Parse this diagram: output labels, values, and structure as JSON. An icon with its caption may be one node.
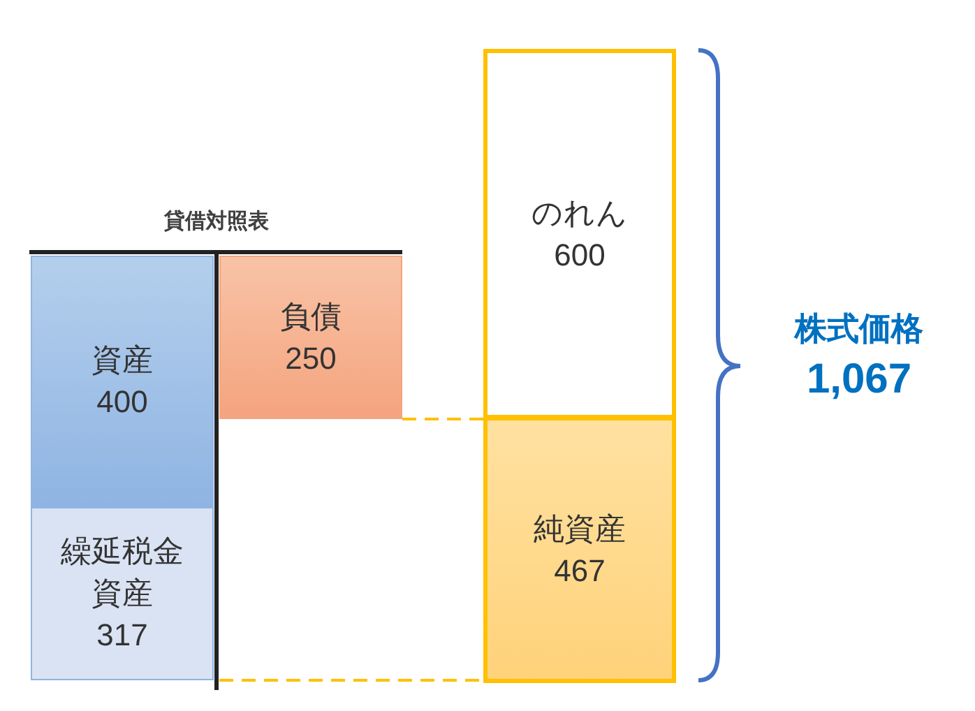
{
  "diagram": {
    "title": "貸借対照表",
    "nodes": [
      {
        "text": [
          "資産",
          "400"
        ]
      },
      {
        "text": [
          "繰延税金資産",
          "317"
        ]
      },
      {
        "text": [
          "負債",
          "250"
        ]
      },
      {
        "text": [
          "のれん",
          "600"
        ]
      },
      {
        "text": [
          "純資産",
          "467"
        ]
      }
    ],
    "edges": [
      {
        "from": 2,
        "to": 4,
        "arrow": "none",
        "style": "dashed"
      },
      {
        "from": 1,
        "to": 4,
        "arrow": "none",
        "style": "dashed"
      }
    ],
    "labels": [
      "株式価格",
      "1,067"
    ]
  }
}
